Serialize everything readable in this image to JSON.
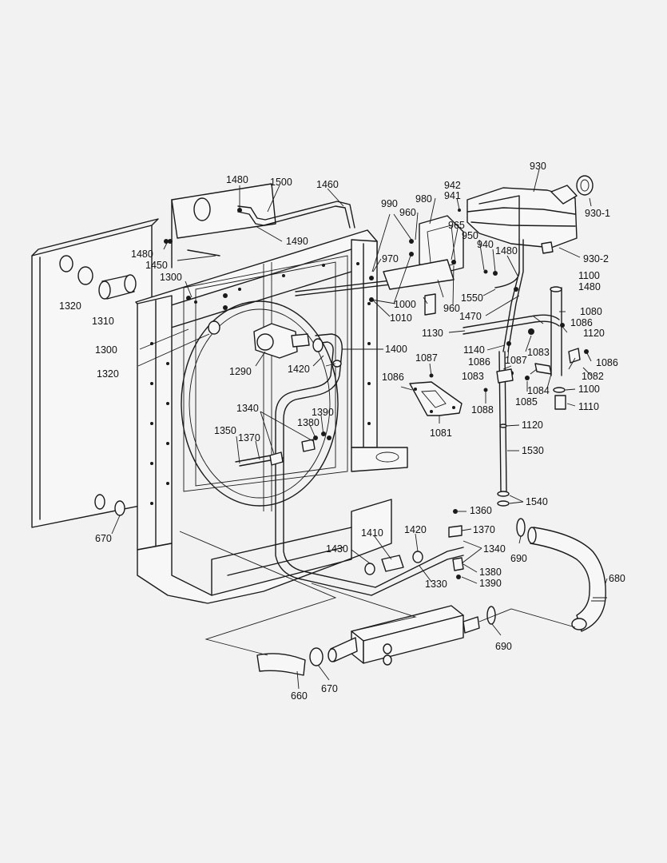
{
  "diagram": {
    "background": "#f2f2f2",
    "line_color": "#1a1a1a",
    "callouts": [
      {
        "id": "c930",
        "text": "930"
      },
      {
        "id": "c930_1",
        "text": "930-1"
      },
      {
        "id": "c930_2",
        "text": "930-2"
      },
      {
        "id": "c942",
        "text": "942"
      },
      {
        "id": "c941",
        "text": "941"
      },
      {
        "id": "c990",
        "text": "990"
      },
      {
        "id": "c980",
        "text": "980"
      },
      {
        "id": "c960a",
        "text": "960"
      },
      {
        "id": "c965",
        "text": "965"
      },
      {
        "id": "c950",
        "text": "950"
      },
      {
        "id": "c940",
        "text": "940"
      },
      {
        "id": "c1480a",
        "text": "1480"
      },
      {
        "id": "c1500",
        "text": "1500"
      },
      {
        "id": "c1460",
        "text": "1460"
      },
      {
        "id": "c1480b",
        "text": "1480"
      },
      {
        "id": "c1490",
        "text": "1490"
      },
      {
        "id": "c1480c",
        "text": "1480"
      },
      {
        "id": "c1450",
        "text": "1450"
      },
      {
        "id": "c1300a",
        "text": "1300"
      },
      {
        "id": "c1320a",
        "text": "1320"
      },
      {
        "id": "c1310",
        "text": "1310"
      },
      {
        "id": "c970",
        "text": "970"
      },
      {
        "id": "c1480d",
        "text": "1480"
      },
      {
        "id": "c1100a",
        "text": "1100"
      },
      {
        "id": "c1480e",
        "text": "1480"
      },
      {
        "id": "c1000",
        "text": "1000"
      },
      {
        "id": "c960b",
        "text": "960"
      },
      {
        "id": "c1550",
        "text": "1550"
      },
      {
        "id": "c1010",
        "text": "1010"
      },
      {
        "id": "c1470",
        "text": "1470"
      },
      {
        "id": "c1080",
        "text": "1080"
      },
      {
        "id": "c1086a",
        "text": "1086"
      },
      {
        "id": "c1130",
        "text": "1130"
      },
      {
        "id": "c1120a",
        "text": "1120"
      },
      {
        "id": "c1300b",
        "text": "1300"
      },
      {
        "id": "c1400",
        "text": "1400"
      },
      {
        "id": "c1140",
        "text": "1140"
      },
      {
        "id": "c1083a",
        "text": "1083"
      },
      {
        "id": "c1086b",
        "text": "1086"
      },
      {
        "id": "c1320b",
        "text": "1320"
      },
      {
        "id": "c1087a",
        "text": "1087"
      },
      {
        "id": "c1086c",
        "text": "1086"
      },
      {
        "id": "c1087b",
        "text": "1087"
      },
      {
        "id": "c1290",
        "text": "1290"
      },
      {
        "id": "c1420a",
        "text": "1420"
      },
      {
        "id": "c1083b",
        "text": "1083"
      },
      {
        "id": "c1082",
        "text": "1082"
      },
      {
        "id": "c1086d",
        "text": "1086"
      },
      {
        "id": "c1084",
        "text": "1084"
      },
      {
        "id": "c1100b",
        "text": "1100"
      },
      {
        "id": "c1085",
        "text": "1085"
      },
      {
        "id": "c1088",
        "text": "1088"
      },
      {
        "id": "c1110",
        "text": "1110"
      },
      {
        "id": "c1340a",
        "text": "1340"
      },
      {
        "id": "c1390a",
        "text": "1390"
      },
      {
        "id": "c1380a",
        "text": "1380"
      },
      {
        "id": "c1081",
        "text": "1081"
      },
      {
        "id": "c1120b",
        "text": "1120"
      },
      {
        "id": "c1350",
        "text": "1350"
      },
      {
        "id": "c1370a",
        "text": "1370"
      },
      {
        "id": "c1530",
        "text": "1530"
      },
      {
        "id": "c1540",
        "text": "1540"
      },
      {
        "id": "c1360",
        "text": "1360"
      },
      {
        "id": "c1370b",
        "text": "1370"
      },
      {
        "id": "c670a",
        "text": "670"
      },
      {
        "id": "c1410",
        "text": "1410"
      },
      {
        "id": "c1420b",
        "text": "1420"
      },
      {
        "id": "c690a",
        "text": "690"
      },
      {
        "id": "c1430",
        "text": "1430"
      },
      {
        "id": "c1340b",
        "text": "1340"
      },
      {
        "id": "c1380b",
        "text": "1380"
      },
      {
        "id": "c1330",
        "text": "1330"
      },
      {
        "id": "c1390b",
        "text": "1390"
      },
      {
        "id": "c680",
        "text": "680"
      },
      {
        "id": "c690b",
        "text": "690"
      },
      {
        "id": "c670b",
        "text": "670"
      },
      {
        "id": "c660",
        "text": "660"
      }
    ]
  }
}
